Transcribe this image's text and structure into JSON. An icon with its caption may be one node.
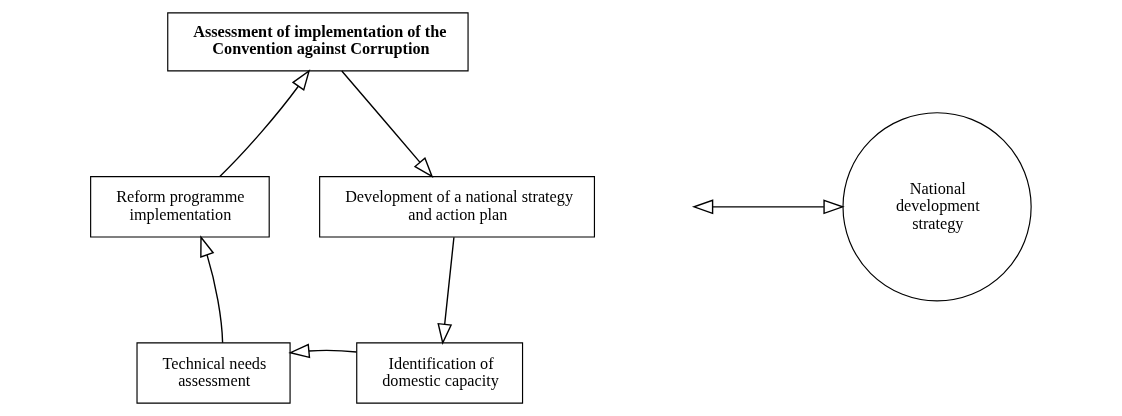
{
  "diagram": {
    "nodes": [
      {
        "text": [
          "Assessment of implementation of the Convention against Corruption"
        ]
      },
      {
        "text": [
          "Development of a national strategy and action plan"
        ]
      },
      {
        "text": [
          "Identification of domestic capacity"
        ]
      },
      {
        "text": [
          "Technical needs assessment"
        ]
      },
      {
        "text": [
          "Reform programme implementation"
        ]
      },
      {
        "text": [
          "National development strategy"
        ]
      }
    ],
    "edges": [
      {
        "from": 0,
        "to": 1,
        "arrow": "to"
      },
      {
        "from": 1,
        "to": 2,
        "arrow": "to"
      },
      {
        "from": 2,
        "to": 3,
        "arrow": "to"
      },
      {
        "from": 3,
        "to": 4,
        "arrow": "to"
      },
      {
        "from": 4,
        "to": 0,
        "arrow": "to"
      },
      {
        "from": null,
        "to": 5,
        "arrow": "both"
      }
    ]
  }
}
